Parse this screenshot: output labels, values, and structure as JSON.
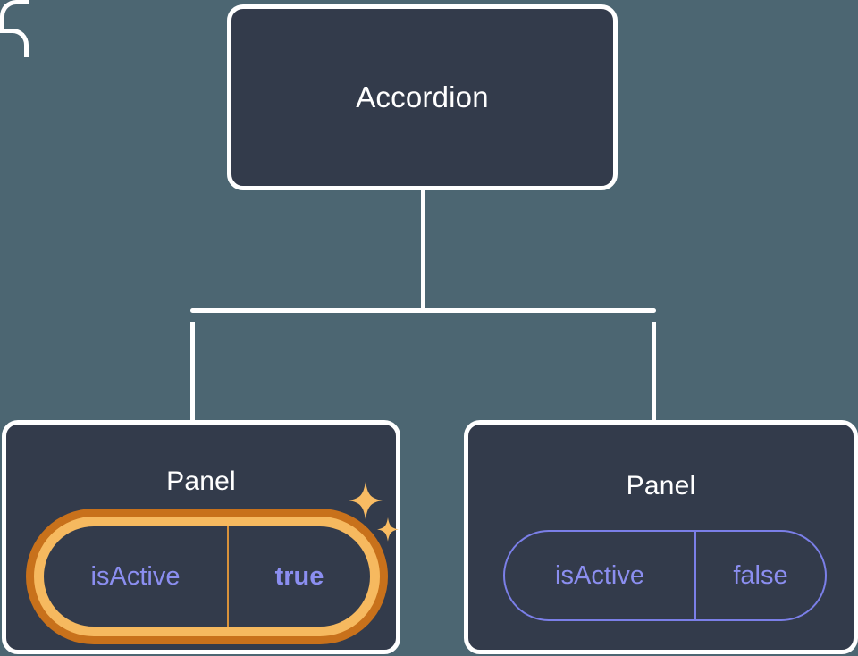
{
  "background_color": "#4c6672",
  "card_color": "#333b4b",
  "connector_color": "#ffffff",
  "accent_highlight": "#f6b95f",
  "accent_highlight_outer": "#c8711b",
  "prop_text_color": "#8b8ef0",
  "tree": {
    "root": {
      "title": "Accordion"
    },
    "children": [
      {
        "title": "Panel",
        "highlighted": true,
        "prop": {
          "key": "isActive",
          "value": "true"
        },
        "sparkle": "sparkle-icon"
      },
      {
        "title": "Panel",
        "highlighted": false,
        "prop": {
          "key": "isActive",
          "value": "false"
        }
      }
    ]
  }
}
